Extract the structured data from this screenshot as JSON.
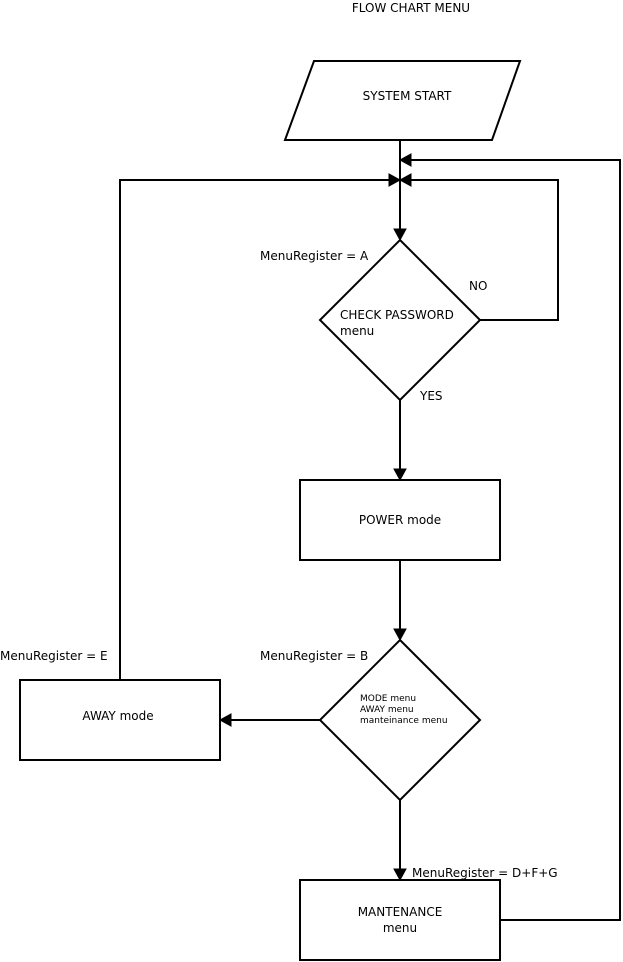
{
  "title": "FLOW CHART MENU",
  "nodes": {
    "system_start": {
      "label": "SYSTEM START"
    },
    "check_password": {
      "line1": "CHECK PASSWORD",
      "line2": "menu"
    },
    "power_mode": {
      "label": "POWER mode"
    },
    "menu_select": {
      "line1": "MODE menu",
      "line2": "AWAY menu",
      "line3": "manteinance menu"
    },
    "away_mode": {
      "label": "AWAY mode"
    },
    "maintenance": {
      "line1": "MANTENANCE",
      "line2": "menu"
    }
  },
  "edge_labels": {
    "no": "NO",
    "yes": "YES"
  },
  "annotations": {
    "register_a": "MenuRegister = A",
    "register_b": "MenuRegister = B",
    "register_e": "MenuRegister = E",
    "register_dfg": "MenuRegister = D+F+G"
  }
}
